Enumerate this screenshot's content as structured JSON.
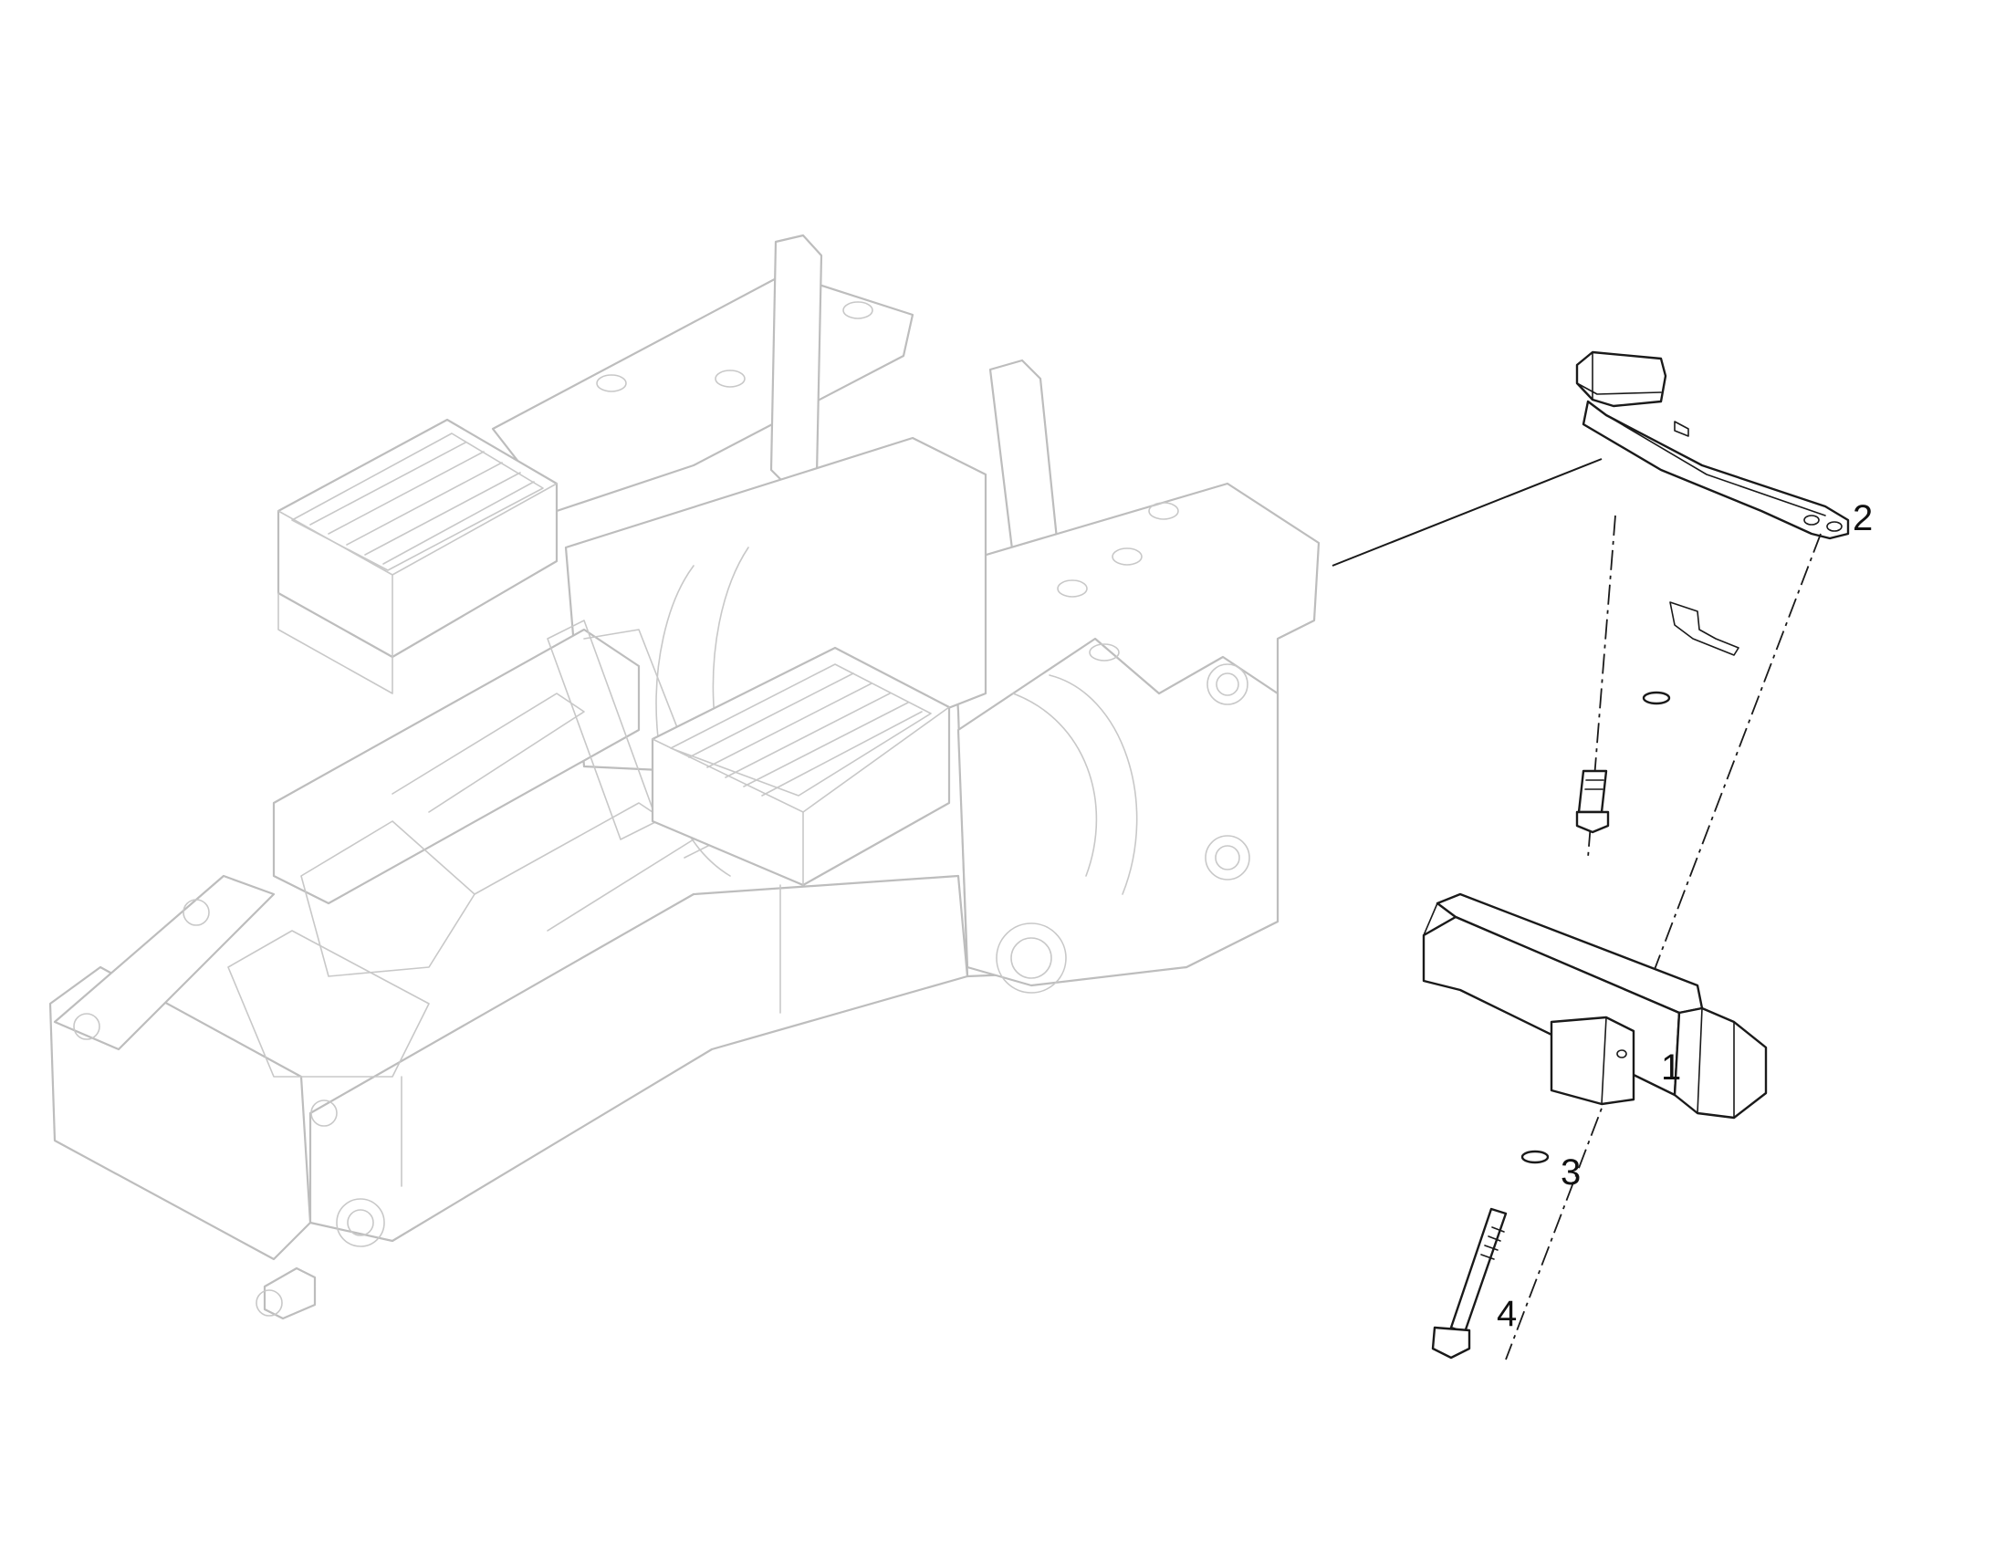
{
  "callouts": [
    {
      "id": "1",
      "label": "1"
    },
    {
      "id": "2",
      "label": "2"
    },
    {
      "id": "3",
      "label": "3"
    },
    {
      "id": "4",
      "label": "4"
    }
  ],
  "colors": {
    "background": "#ffffff",
    "frame_line": "#bdbdbd",
    "part_line": "#1a1a1a",
    "text": "#111111"
  }
}
